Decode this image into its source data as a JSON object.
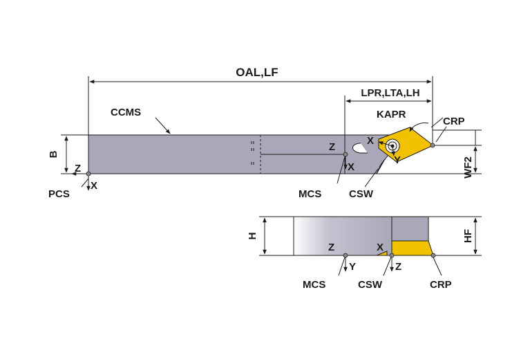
{
  "labels": {
    "oal_lf": "OAL,LF",
    "lpr_lta_lh": "LPR,LTA,LH",
    "ccms": "CCMS",
    "kapr": "KAPR",
    "crp_top": "CRP",
    "b": "B",
    "z_pcs": "Z",
    "pcs": "PCS",
    "x_pcs": "X",
    "z_mcs": "Z",
    "x_mcs": "X",
    "x_insert": "X",
    "y_insert": "Y",
    "mcs_top": "MCS",
    "csw_top": "CSW",
    "wf2": "WF2",
    "h": "H",
    "hf": "HF",
    "z_side_mcs": "Z",
    "x_side_csw": "X",
    "y_side_mcs": "Y",
    "z_side_csw": "Z",
    "mcs_side": "MCS",
    "csw_side": "CSW",
    "crp_side": "CRP"
  },
  "colors": {
    "body": "#a8a8b8",
    "insert": "#f2c200",
    "line": "#1a1a1a",
    "point": "#8a8a8a"
  }
}
